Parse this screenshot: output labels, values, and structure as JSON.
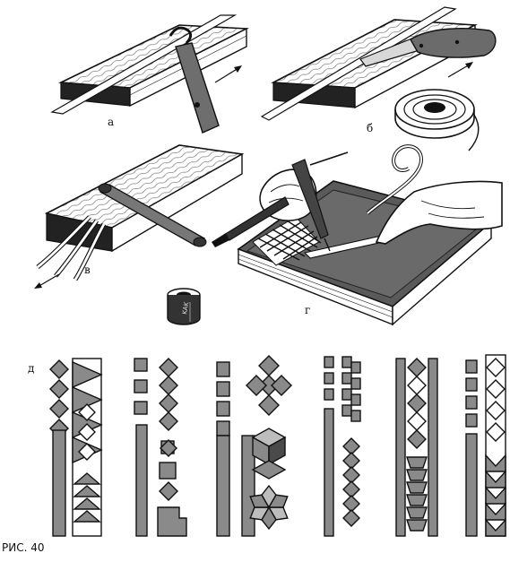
{
  "figure": {
    "caption": "РИС. 40",
    "panels": [
      {
        "id": "a",
        "label": "а"
      },
      {
        "id": "b",
        "label": "б"
      },
      {
        "id": "v",
        "label": "в"
      },
      {
        "id": "g",
        "label": "г"
      },
      {
        "id": "d",
        "label": "д"
      }
    ],
    "ring_text": "KAK"
  },
  "colors": {
    "ink": "#111111",
    "mid_gray": "#8a8a8a",
    "light_gray": "#bdbdbd",
    "dark_gray": "#4a4a4a",
    "paper": "#ffffff"
  }
}
